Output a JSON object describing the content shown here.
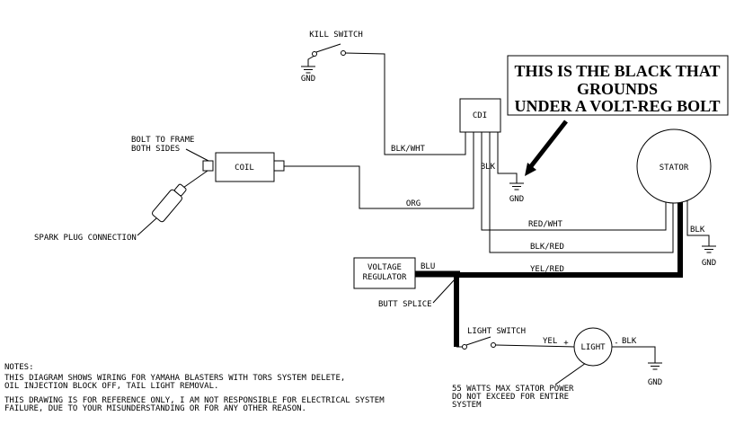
{
  "labels": {
    "kill_switch": "KILL SWITCH",
    "gnd": "GND",
    "cdi": "CDI",
    "coil": "COIL",
    "stator": "STATOR",
    "light": "LIGHT",
    "light_switch": "LIGHT SWITCH",
    "voltage_regulator_1": "VOLTAGE",
    "voltage_regulator_2": "REGULATOR",
    "bolt_to_frame_1": "BOLT TO FRAME",
    "bolt_to_frame_2": "BOTH SIDES",
    "spark_plug": "SPARK PLUG CONNECTION",
    "butt_splice": "BUTT SPLICE",
    "plus": "+",
    "minus": "-"
  },
  "wires": {
    "blk_wht": "BLK/WHT",
    "org": "ORG",
    "blk": "BLK",
    "red_wht": "RED/WHT",
    "blk_red": "BLK/RED",
    "yel_red": "YEL/RED",
    "blu": "BLU",
    "yel": "YEL"
  },
  "callout": {
    "line1": "THIS IS THE BLACK THAT",
    "line2": "GROUNDS",
    "line3": "UNDER A VOLT-REG BOLT"
  },
  "watts_note": {
    "line1": "55 WATTS MAX STATOR POWER",
    "line2": "DO NOT EXCEED FOR ENTIRE",
    "line3": "SYSTEM"
  },
  "notes": {
    "title": "NOTES:",
    "line1": "THIS DIAGRAM SHOWS WIRING FOR YAMAHA BLASTERS WITH TORS SYSTEM DELETE,",
    "line2": "OIL INJECTION BLOCK OFF, TAIL LIGHT REMOVAL.",
    "line3": "THIS DRAWING IS FOR REFERENCE ONLY, I AM NOT RESPONSIBLE FOR ELECTRICAL SYSTEM",
    "line4": "FAILURE, DUE TO YOUR MISUNDERSTANDING OR FOR ANY OTHER REASON."
  },
  "colors": {
    "wire_highlight_yellow": "#ffe000",
    "wire_highlight_blue": "#3fa9dc",
    "line": "#000000",
    "background": "#ffffff"
  }
}
